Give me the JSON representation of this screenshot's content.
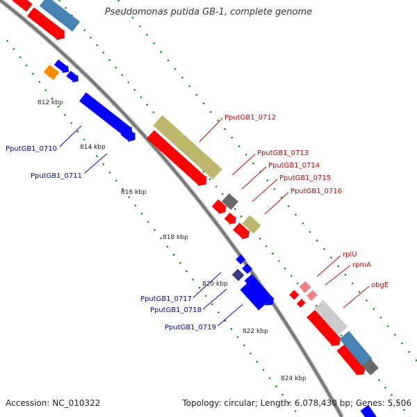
{
  "title": "Pseudomonas putida GB-1, complete genome",
  "footer": {
    "accession": "Accession: NC_010322",
    "summary": "Topology: circular; Length: 6,078,430 bp; Genes: 5,506"
  },
  "ticks": [
    "812 kbp",
    "814 kbp",
    "816 kbp",
    "818 kbp",
    "820 kbp",
    "822 kbp",
    "824 kbp"
  ],
  "labels_left": [
    "PputGB1_0710",
    "PputGB1_0711",
    "PputGB1_0717",
    "PputGB1_0718",
    "PputGB1_0719"
  ],
  "labels_right": [
    "PputGB1_0712",
    "PputGB1_0713",
    "PputGB1_0714",
    "PputGB1_0715",
    "PputGB1_0716",
    "rplU",
    "rpmA",
    "obgE"
  ],
  "colors": {
    "forward_cds": "#ff0000",
    "reverse_cds": "#0000ff",
    "trna": "#ff8c00",
    "rrna": "#3a3a8c",
    "cog_khaki": "#bdb76b",
    "cog_steelblue": "#4682b4",
    "cog_dimgray": "#696969",
    "cog_lightgray": "#cccccc",
    "cog_pink": "#f08080",
    "backbone": "#8a8a8a",
    "gc_dots": "#008000",
    "label_forward": "#cc0000",
    "label_reverse": "#0000aa"
  }
}
